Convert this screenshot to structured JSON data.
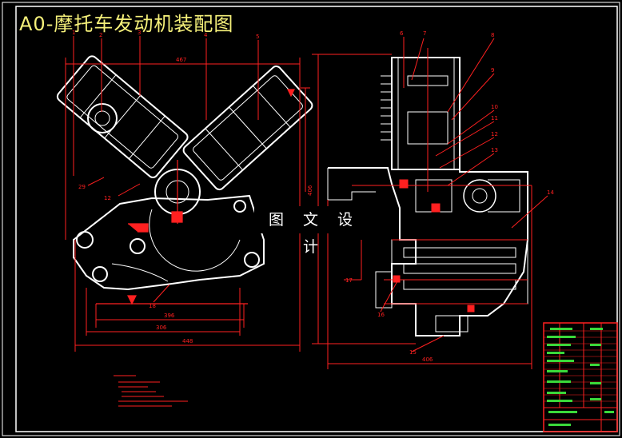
{
  "title": "A0-摩托车发动机装配图",
  "watermark": "图 文 设 计",
  "colors": {
    "background": "#000000",
    "outline": "#ffffff",
    "dimension": "#ff2020",
    "title": "#f5f07a",
    "table": "#ff2020"
  },
  "dimensions": {
    "top_width": "467",
    "width_396": "396",
    "width_306": "306",
    "width_448": "448",
    "width_406": "406",
    "height_406": "406"
  },
  "part_labels": [
    "1",
    "2",
    "3",
    "4",
    "5",
    "6",
    "7",
    "8",
    "9",
    "10",
    "11",
    "12",
    "13",
    "14",
    "15",
    "16",
    "17",
    "18",
    "29"
  ]
}
